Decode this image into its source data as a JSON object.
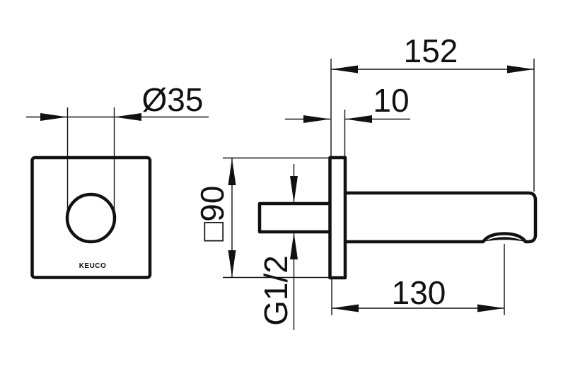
{
  "drawing": {
    "brand_label": "KEUCO",
    "dims": {
      "diameter": "Ø35",
      "projection": "152",
      "flange_thickness": "10",
      "flange_square": "□90",
      "thread": "G1/2",
      "outlet_offset": "130"
    },
    "colors": {
      "line": "#111111",
      "background": "#ffffff"
    }
  }
}
